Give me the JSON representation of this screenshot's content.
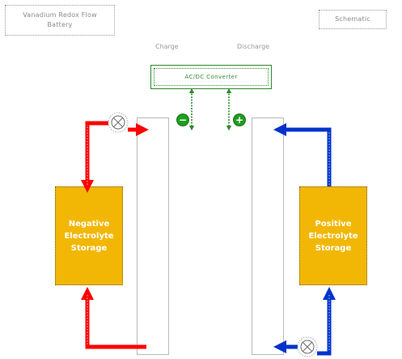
{
  "title": "Vanadium Redox Flow\nBattery",
  "note_label": "Schematic",
  "labels": {
    "charge": "Charge",
    "discharge": "Discharge"
  },
  "device_label": "AC/DC Converter",
  "terminals": {
    "negative": "−",
    "positive": "+"
  },
  "tanks": {
    "negative": [
      "Negative",
      "Electrolyte",
      "Storage"
    ],
    "positive": [
      "Positive",
      "Electrolyte",
      "Storage"
    ]
  },
  "colors": {
    "negative_flow": "#ff0000",
    "positive_flow": "#0033cc",
    "converter": "#2d8a2d",
    "tank_fill": "#f2b705"
  },
  "icons": {
    "pump": "pump-icon",
    "negative_terminal": "minus-icon",
    "positive_terminal": "plus-icon"
  }
}
